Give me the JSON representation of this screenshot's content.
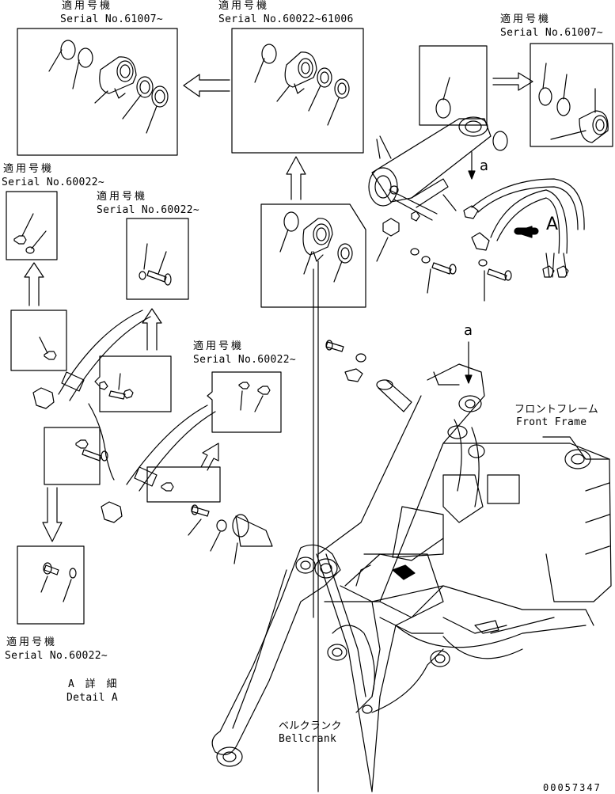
{
  "applicability_label_jp": "適用号機",
  "serial_labels": {
    "top_left": "Serial No.61007~",
    "top_center": "Serial No.60022~61006",
    "top_right": "Serial No.61007~",
    "left_upper": "Serial No.60022~",
    "left_mid": "Serial No.60022~",
    "center_mid": "Serial No.60022~",
    "bottom_left": "Serial No.60022~"
  },
  "callouts": {
    "view_a_arrow": "A",
    "arrow_a_top": "a",
    "arrow_a_mid": "a"
  },
  "detail": {
    "jp": "A 詳 細",
    "en": "Detail A"
  },
  "front_frame": {
    "jp": "フロントフレーム",
    "en": "Front Frame"
  },
  "bellcrank": {
    "jp": "ベルクランク",
    "en": "Bellcrank"
  },
  "drawing_number": "00057347",
  "colors": {
    "ink": "#000000",
    "paper": "#ffffff"
  }
}
